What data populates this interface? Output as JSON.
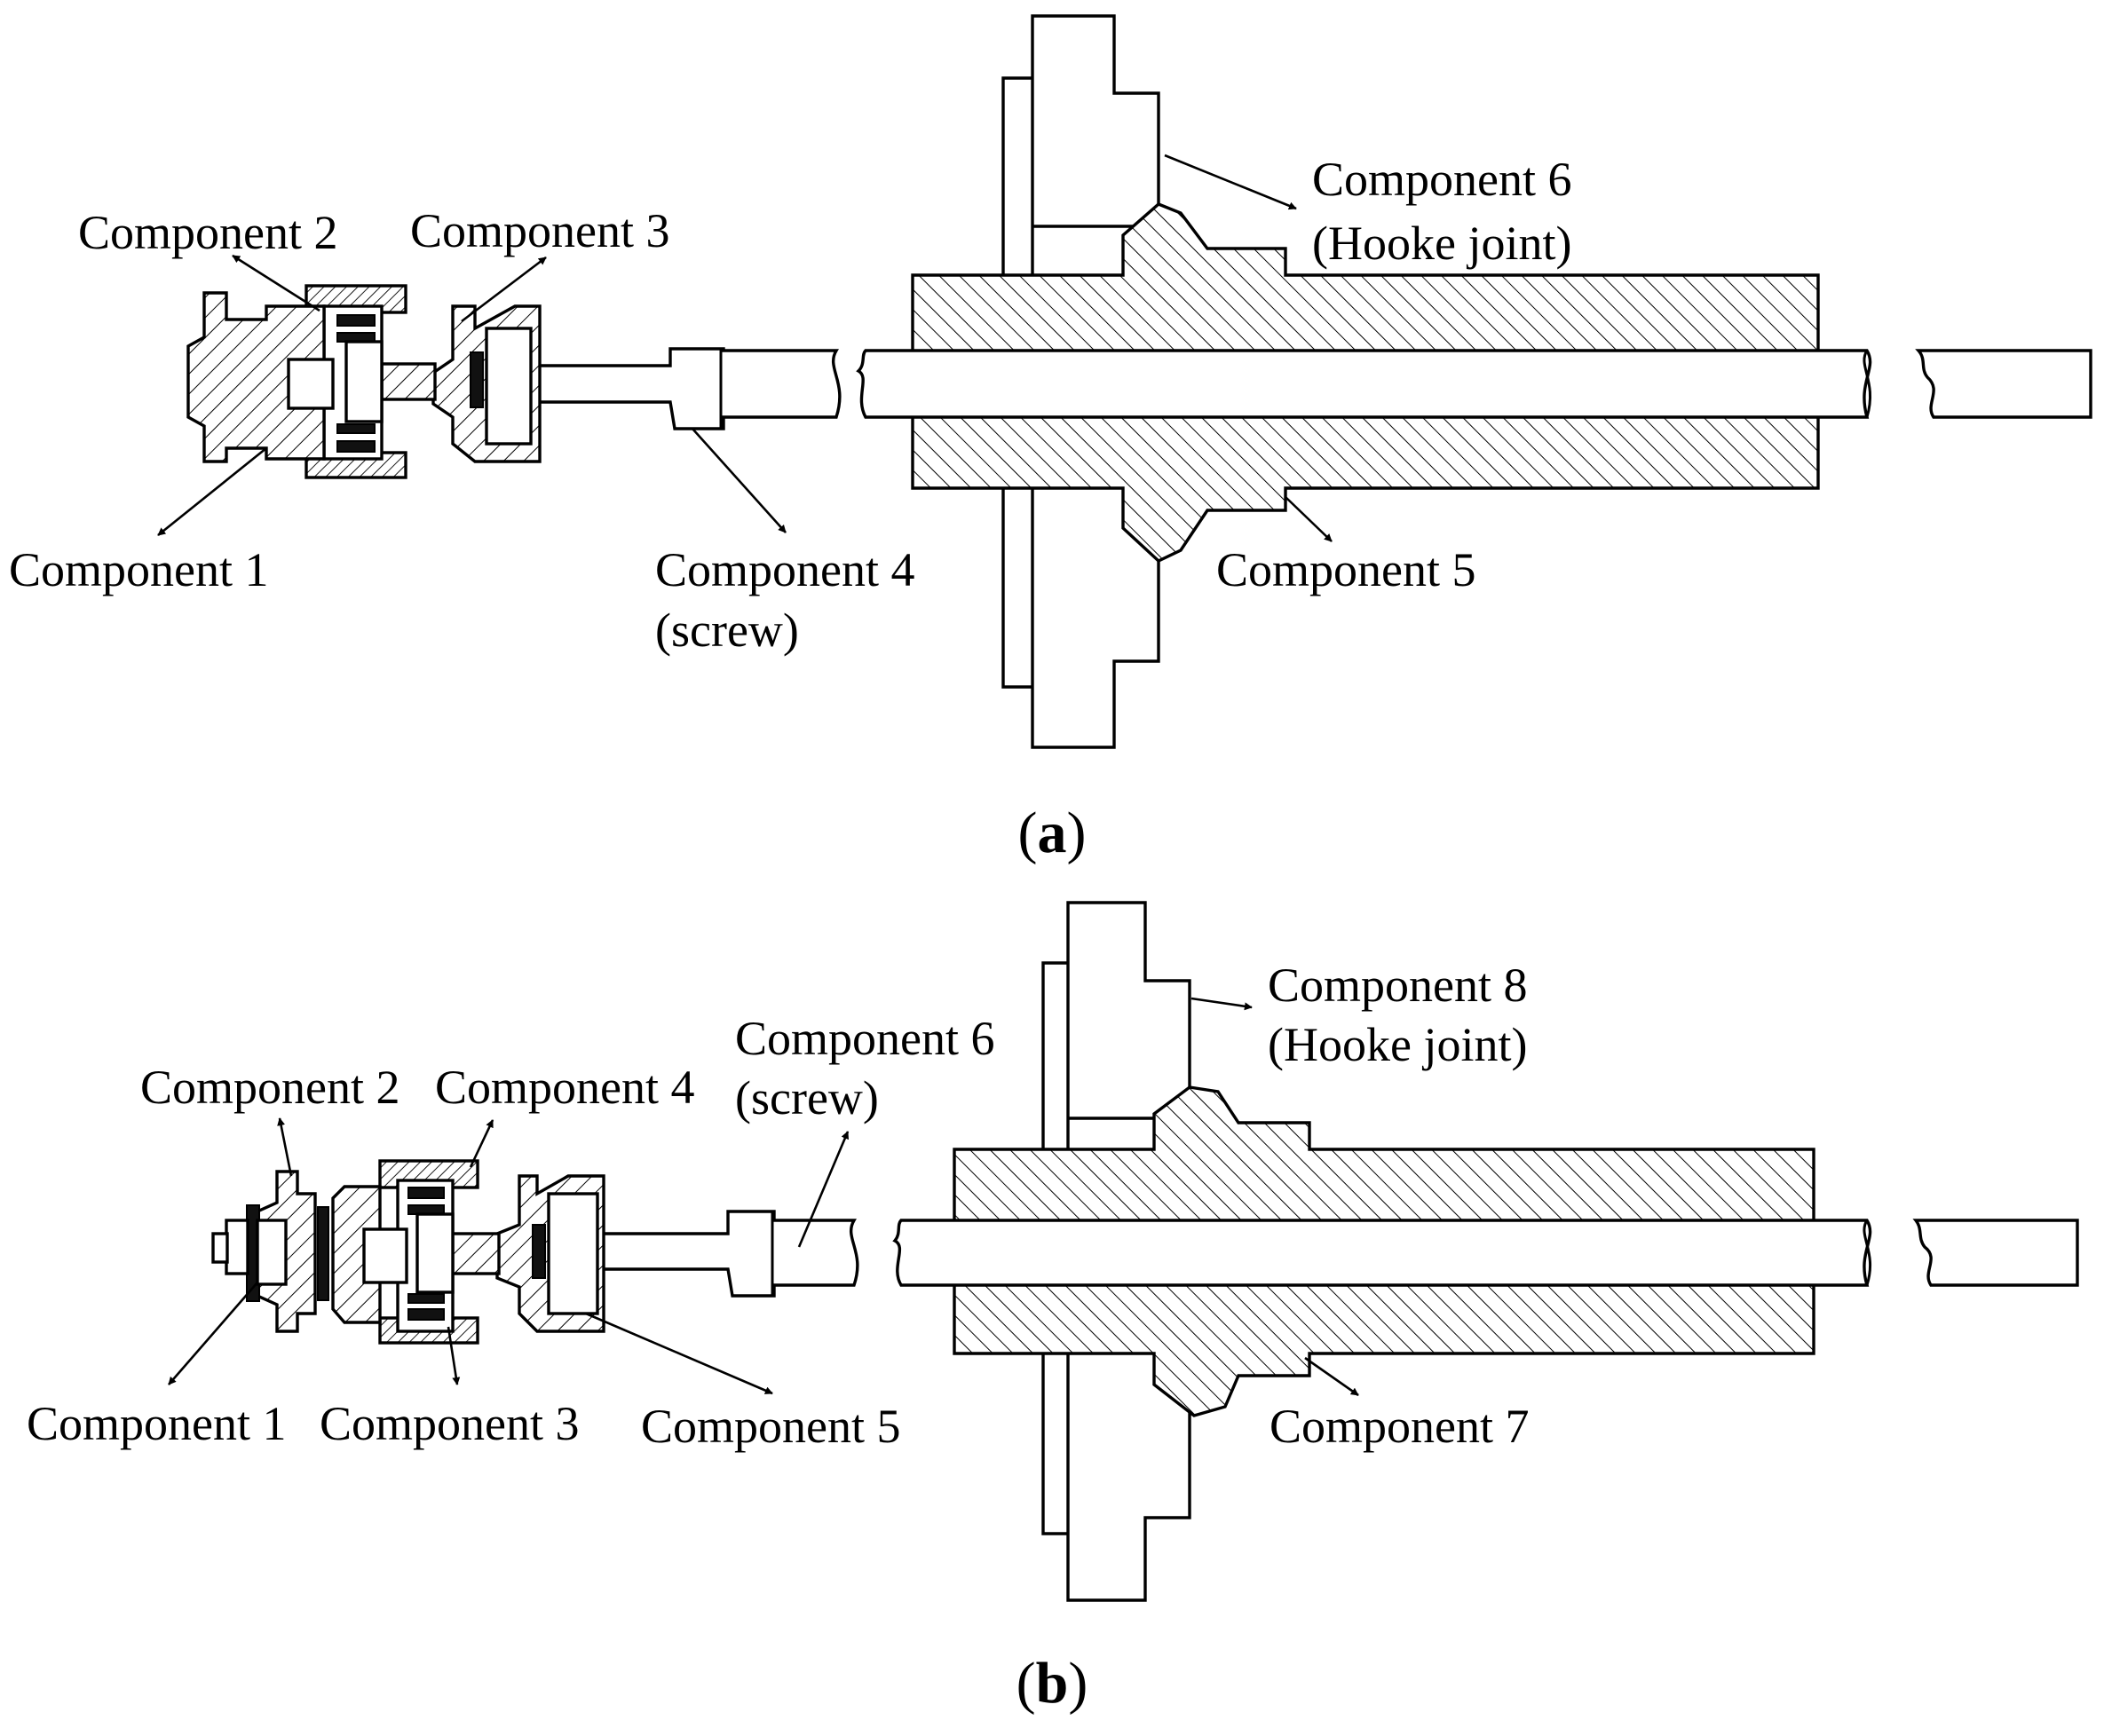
{
  "panel_a": {
    "caption_open": "(",
    "caption_letter": "a",
    "caption_close": ")",
    "labels": {
      "component_1": "Component 1",
      "component_2": "Component 2",
      "component_3": "Component 3",
      "component_4": "Component 4",
      "component_4_note": "(screw)",
      "component_5": "Component 5",
      "component_6": "Component 6",
      "component_6_note": "(Hooke joint)"
    }
  },
  "panel_b": {
    "caption_open": "(",
    "caption_letter": "b",
    "caption_close": ")",
    "labels": {
      "component_1": "Component 1",
      "component_2": "Component 2",
      "component_3": "Component 3",
      "component_4": "Component 4",
      "component_5": "Component 5",
      "component_6": "Component 6",
      "component_6_note": "(screw)",
      "component_7": "Component 7",
      "component_8": "Component 8",
      "component_8_note": "(Hooke joint)"
    }
  }
}
